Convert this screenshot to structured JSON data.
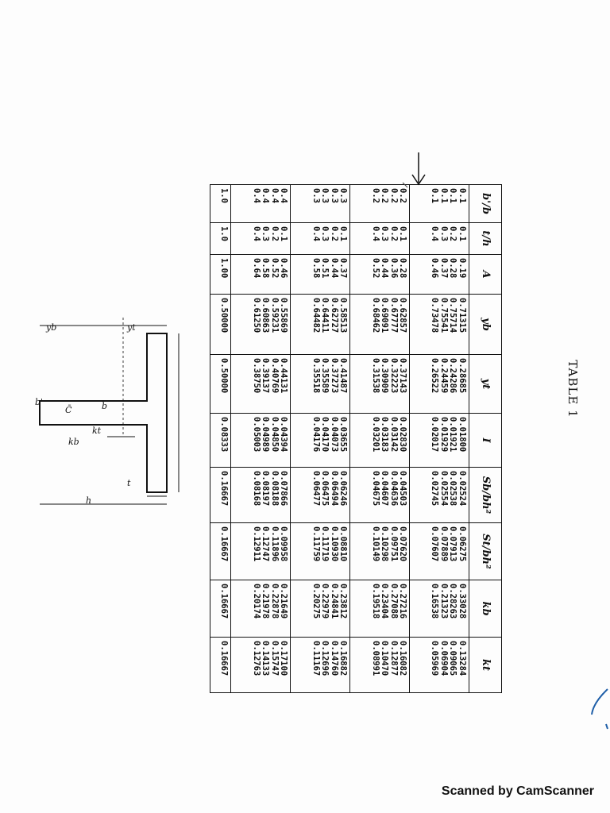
{
  "table_title": "TABLE 1",
  "columns": [
    "b'/b",
    "t/h",
    "A",
    "yb",
    "yt",
    "I",
    "Sb/bh²",
    "St/bh²",
    "kb",
    "kt"
  ],
  "groups": [
    [
      [
        "0.1",
        "0.1",
        "0.19",
        "0.71315",
        "0.28685",
        "0.01800",
        "0.02524",
        "0.06275",
        "0.33028",
        "0.13284"
      ],
      [
        "0.1",
        "0.2",
        "0.28",
        "0.75714",
        "0.24286",
        "0.01921",
        "0.02538",
        "0.07913",
        "0.28263",
        "0.09065"
      ],
      [
        "0.1",
        "0.3",
        "0.37",
        "0.75541",
        "0.24459",
        "0.01929",
        "0.02554",
        "0.07889",
        "0.21323",
        "0.06904"
      ],
      [
        "0.1",
        "0.4",
        "0.46",
        "0.73478",
        "0.26522",
        "0.02017",
        "0.02745",
        "0.07607",
        "0.16538",
        "0.05969"
      ]
    ],
    [
      [
        "0.2",
        "0.1",
        "0.28",
        "0.62857",
        "0.37143",
        "0.02830",
        "0.04503",
        "0.07620",
        "0.27216",
        "0.16082"
      ],
      [
        "0.2",
        "0.2",
        "0.36",
        "0.67777",
        "0.32223",
        "0.03142",
        "0.04636",
        "0.09751",
        "0.27088",
        "0.12877"
      ],
      [
        "0.2",
        "0.3",
        "0.44",
        "0.69091",
        "0.30909",
        "0.03183",
        "0.04607",
        "0.10298",
        "0.23404",
        "0.10470"
      ],
      [
        "0.2",
        "0.4",
        "0.52",
        "0.68462",
        "0.31538",
        "0.03201",
        "0.04675",
        "0.10149",
        "0.19518",
        "0.08991"
      ]
    ],
    [
      [
        "0.3",
        "0.1",
        "0.37",
        "0.58513",
        "0.41487",
        "0.03655",
        "0.06246",
        "0.08810",
        "0.23812",
        "0.16882"
      ],
      [
        "0.3",
        "0.2",
        "0.44",
        "0.62727",
        "0.37273",
        "0.04073",
        "0.06494",
        "0.10930",
        "0.24841",
        "0.14760"
      ],
      [
        "0.3",
        "0.3",
        "0.51",
        "0.64411",
        "0.35589",
        "0.04170",
        "0.06475",
        "0.11719",
        "0.22979",
        "0.12696"
      ],
      [
        "0.3",
        "0.4",
        "0.58",
        "0.64482",
        "0.35518",
        "0.04176",
        "0.06477",
        "0.11759",
        "0.20275",
        "0.11167"
      ]
    ],
    [
      [
        "0.4",
        "0.1",
        "0.46",
        "0.55869",
        "0.44131",
        "0.04394",
        "0.07866",
        "0.09958",
        "0.21649",
        "0.17100"
      ],
      [
        "0.4",
        "0.2",
        "0.52",
        "0.59231",
        "0.40769",
        "0.04850",
        "0.08188",
        "0.11896",
        "0.22878",
        "0.15747"
      ],
      [
        "0.4",
        "0.3",
        "0.58",
        "0.60863",
        "0.39137",
        "0.04989",
        "0.08197",
        "0.12747",
        "0.21978",
        "0.14133"
      ],
      [
        "0.4",
        "0.4",
        "0.64",
        "0.61250",
        "0.38750",
        "0.05003",
        "0.08168",
        "0.12911",
        "0.20174",
        "0.12763"
      ]
    ],
    [
      [
        "1.0",
        "1.0",
        "1.00",
        "0.50000",
        "0.50000",
        "0.08333",
        "0.16667",
        "0.16667",
        "0.16667",
        "0.16667"
      ]
    ]
  ],
  "diagram_labels": {
    "b": "b",
    "b_prime": "b'",
    "h": "h",
    "t": "t",
    "yb": "yb",
    "yt": "yt",
    "kt": "kt",
    "kb": "kb",
    "centroid": "C̄"
  },
  "footer": "Scanned by CamScanner",
  "colors": {
    "ink": "#111111",
    "pen_blue": "#1f5fa8",
    "paper": "#fdfdfd"
  }
}
